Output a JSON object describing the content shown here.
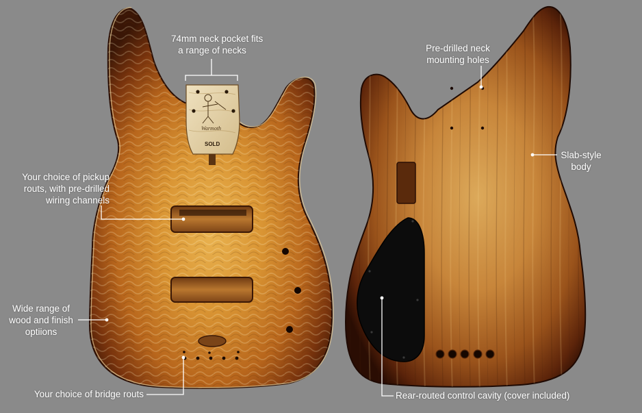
{
  "colors": {
    "background": "#8a8a8a",
    "callout_text": "#ffffff",
    "callout_line": "#ffffff",
    "front_burst_center": "#e6a84a",
    "front_burst_edge": "#3a1606",
    "back_burst_center": "#d9a254",
    "back_burst_edge": "#2a0d03",
    "pickguard": "#0c0c0c"
  },
  "front_body": {
    "neck_pocket_brand": "Warmoth",
    "neck_pocket_stamp": "SOLD"
  },
  "callouts": {
    "neck_pocket": {
      "line1": "74mm neck pocket fits",
      "line2": "a range of necks"
    },
    "pickup_routs": {
      "line1": "Your choice of pickup",
      "line2": "routs, with pre-drilled",
      "line3": "wiring channels"
    },
    "wood_finish": {
      "line1": "Wide range of",
      "line2": "wood and finish",
      "line3": "optiions"
    },
    "bridge_routs": {
      "line1": "Your choice of bridge routs"
    },
    "mounting_holes": {
      "line1": "Pre-drilled neck",
      "line2": "mounting holes"
    },
    "slab_body": {
      "line1": "Slab-style",
      "line2": "body"
    },
    "control_cavity": {
      "line1": "Rear-routed control cavity (cover included)"
    }
  }
}
